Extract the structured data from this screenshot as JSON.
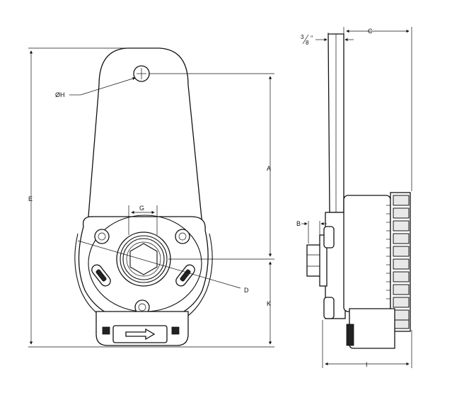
{
  "labels": {
    "hole_dia": "ØH",
    "E": "E",
    "A": "A",
    "G": "G",
    "D": "D",
    "K": "K",
    "B": "B",
    "C": "C",
    "I": "I",
    "fraction_num": "3",
    "fraction_den": "8",
    "fraction_inch": "\""
  },
  "icons": {
    "direction_arrow": "right-arrow-icon"
  }
}
